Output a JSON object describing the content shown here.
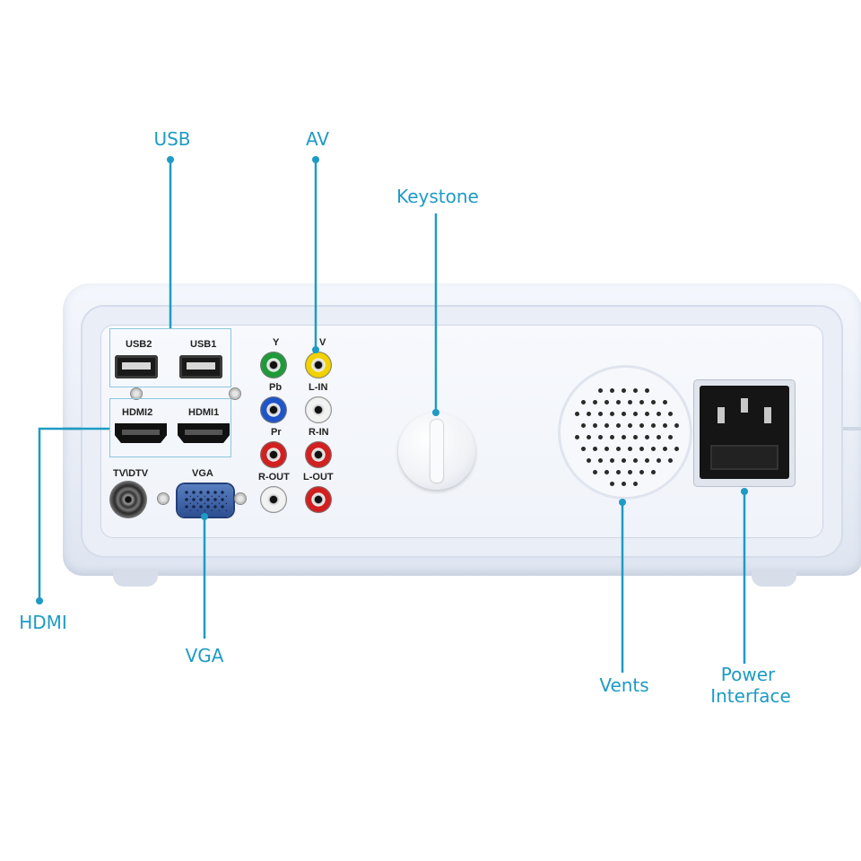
{
  "callouts": {
    "usb": "USB",
    "av": "AV",
    "keystone": "Keystone",
    "hdmi": "HDMI",
    "vga": "VGA",
    "vents": "Vents",
    "power_line1": "Power",
    "power_line2": "Interface"
  },
  "ports": {
    "usb2": "USB2",
    "usb1": "USB1",
    "hdmi2": "HDMI2",
    "hdmi1": "HDMI1",
    "tv": "TV\\DTV",
    "vga": "VGA",
    "y": "Y",
    "v": "V",
    "pb": "Pb",
    "lin": "L-IN",
    "pr": "Pr",
    "rin": "R-IN",
    "rout": "R-OUT",
    "lout": "L-OUT"
  },
  "colors": {
    "accent": "#1e9bc4",
    "rca_green": "#1f9a3a",
    "rca_yellow": "#f2d200",
    "rca_blue": "#1f55c8",
    "rca_white": "#f2f2f2",
    "rca_red": "#d21f1f"
  }
}
